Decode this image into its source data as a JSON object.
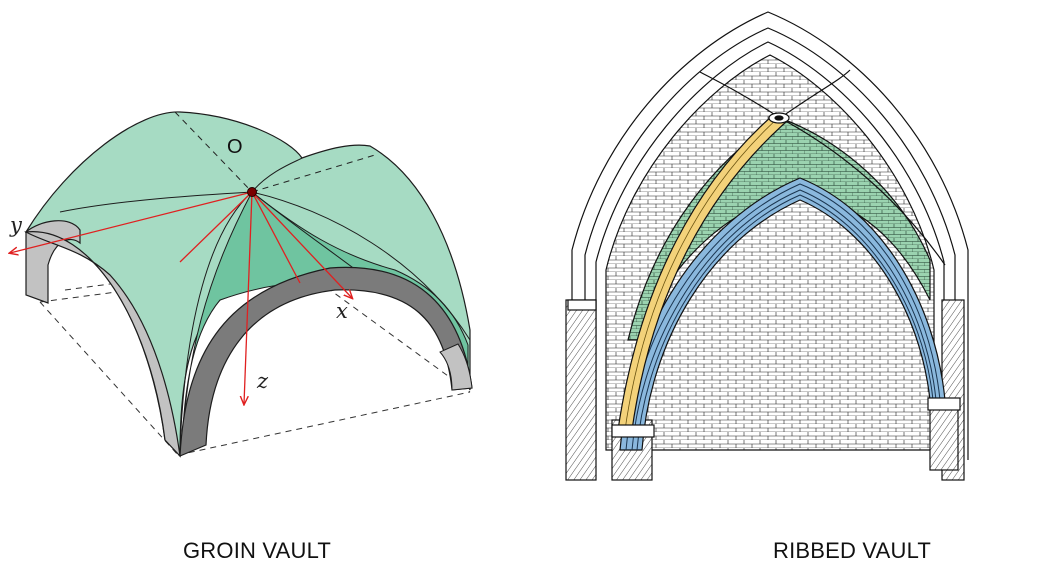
{
  "figures": [
    {
      "name": "groin-vault",
      "caption": "GROIN VAULT",
      "origin_label": "O",
      "axes": {
        "x": "x",
        "y": "y",
        "z": "z"
      },
      "colors": {
        "vault": "#a6dbc3",
        "vault_shadow": "#6fc4a0",
        "arch_front": "#7b7b7b",
        "arch_side": "#c2c2c2",
        "axis": "#e02020",
        "origin": "#7a0000"
      }
    },
    {
      "name": "ribbed-vault",
      "caption": "RIBBED VAULT",
      "colors": {
        "rib": "#f3d27a",
        "web": "#9bd3b0",
        "arch": "#8ab8dd",
        "line": "#111111"
      }
    }
  ]
}
